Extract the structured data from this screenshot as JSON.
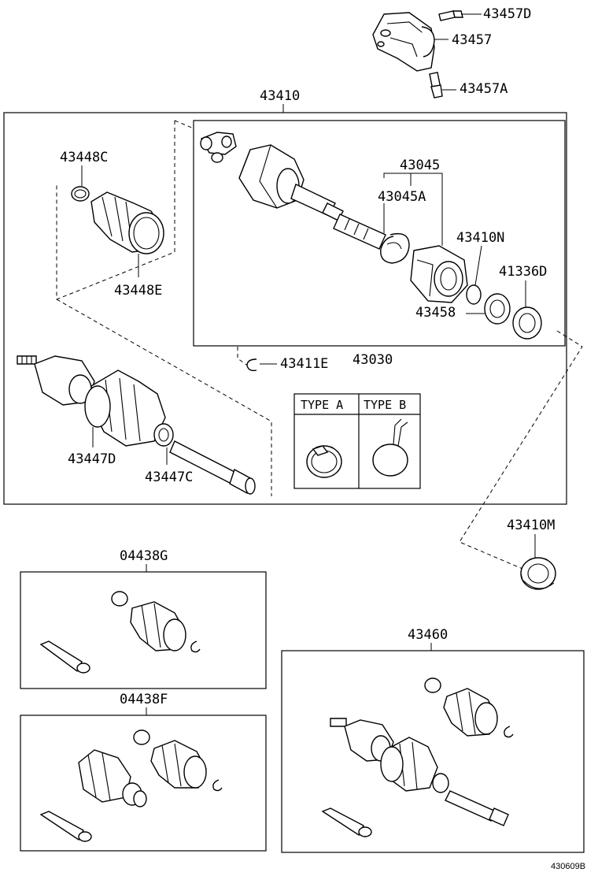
{
  "labels": {
    "p43457D": "43457D",
    "p43457": "43457",
    "p43457A": "43457A",
    "p43410": "43410",
    "p43448C": "43448C",
    "p43448E": "43448E",
    "p43045": "43045",
    "p43045A": "43045A",
    "p43410N": "43410N",
    "p41336D": "41336D",
    "p43458": "43458",
    "p43411E": "43411E",
    "p43030": "43030",
    "p43447D": "43447D",
    "p43447C": "43447C",
    "type_a": "TYPE A",
    "type_b": "TYPE B",
    "p43410M": "43410M",
    "p04438G": "04438G",
    "p04438F": "04438F",
    "p43460": "43460"
  },
  "figure_ref": "430609B",
  "colors": {
    "line": "#000000",
    "background": "#ffffff",
    "shade": "#d8d8d8"
  }
}
